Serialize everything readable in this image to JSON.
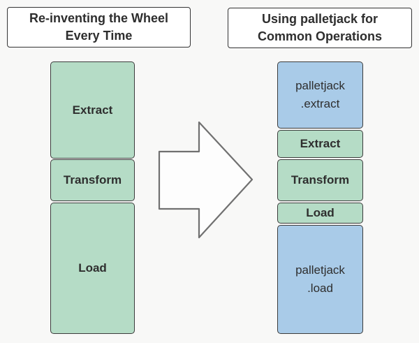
{
  "palette": {
    "background": "#f8f8f7",
    "green_fill": "#b5dcc6",
    "blue_fill": "#a9cbe8",
    "box_border": "#3c3c3c",
    "title_fill": "#ffffff",
    "title_border": "#333333",
    "arrow_fill": "#fdfdfd",
    "arrow_stroke": "#707070",
    "text": "#2e2e2e"
  },
  "left_panel": {
    "title": "Re-inventing the Wheel Every Time",
    "boxes": [
      {
        "label": "Extract"
      },
      {
        "label": "Transform"
      },
      {
        "label": "Load"
      }
    ]
  },
  "right_panel": {
    "title": "Using palletjack for Common Operations",
    "boxes": [
      {
        "label": "palletjack\n.extract"
      },
      {
        "label": "Extract"
      },
      {
        "label": "Transform"
      },
      {
        "label": "Load"
      },
      {
        "label": "palletjack\n.load"
      }
    ]
  },
  "arrow": {
    "direction": "right"
  }
}
